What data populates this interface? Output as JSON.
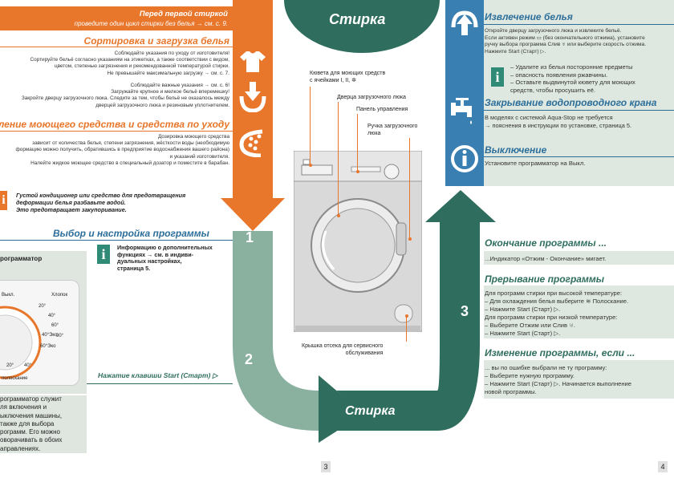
{
  "left": {
    "before_first_wash": {
      "title": "Перед первой стиркой",
      "subtitle": "проведите один цикл стирки без белья → см. с. 9."
    },
    "sorting": {
      "title": "Сортировка и загрузка белья",
      "text": "Соблюдайте указания по уходу от изготовителя!\nСортируйте бельё согласно указаниям на этикетках, а также соответствии с видом,\nцветом, степенью загрязнения и рекомендованной температурой стирки.\nНе превышайте максимальную загрузку → см. с. 7.",
      "note": "Соблюдайте важные указания → см. с. 6!\nЗагружайте крупное и мелкое бельё вперемешку!\nЗакройте дверцу загрузочного люка. Следите за тем, чтобы бельё не оказалось между\nдверцей загрузочного люка и резиновым уплотнителем."
    },
    "detergent": {
      "title": "обавление моющего средства и средства по уходу",
      "text": "Дозировка моющего средства\nзависит от количества белья, степени загрязнения, жёсткости воды (необходимую\nформацию можно получить, обратившись в предприятие водоснабжения вашего района)\nи указаний изготовителя.\nНалейте жидкое моющее средство в специальный дозатор и поместите в барабан."
    },
    "softener_info": "Густой кондиционер или средство для предотвращения\nдеформации белья разбавьте водой.\nЭто предотвращает закупоривание.",
    "program_select": {
      "title": "Выбор и настройка программы",
      "info": "Информацию о дополнительных\nфункциях → см. в индиви-\nдуальных настройках,\nстраница 5.",
      "programmer_label": "рограмматор",
      "dial_marks": [
        "Выкл.",
        "Хлопок",
        "20°",
        "40°",
        "60°",
        "40°Эко",
        "90°",
        "60°Эко",
        "20°",
        "40°"
      ],
      "dial_bottom": "полоскание",
      "start_hint": "Нажатие клавиши Start (Старт) ▷",
      "programmer_text": "рограмматор служит\nля включения и\nыключения машины,\nтакже для выбора\nрограмм. Его можно\nоворачивать в обоих\nаправлениях."
    }
  },
  "center": {
    "top_label": "Стирка",
    "bottom_label": "Стирка",
    "step1": "1",
    "step2": "2",
    "step3": "3",
    "labels": {
      "detergent_drawer": "Кювета для моющих средств\nс ячейками I, II, ✲",
      "door": "Дверца загрузочного люка",
      "control_panel": "Панель управления",
      "door_handle": "Ручка загрузочного\nлюка",
      "service_flap": "Крышка отсека для сервисного\nобслуживания"
    }
  },
  "right": {
    "remove_laundry": {
      "title": "Извлечение белья",
      "text": "Откройте дверцу загрузочного люка и извлеките бельё.\nЕсли активен режим ▭ (без окончательного отжима), установите\nручку выбора программа Слив ♅ или выберите скорость отжима.\nНажмите Start (Старт) ▷.",
      "info": "–  Удалите из белья посторонние предметы\n    – опасность появления ржавчины.\n–  Оставьте выдвинутой кювету для моющих\n    средств, чтобы просушить её."
    },
    "close_tap": {
      "title": "Закрывание водопроводного крана",
      "text": "В моделях с системой Aqua-Stop не требуется\n→ пояснения в инструкции по установке, страница 5."
    },
    "switch_off": {
      "title": "Выключение",
      "text": "Установите программатор на Выкл."
    },
    "program_end": {
      "title": "Окончание программы ...",
      "text": "...Индикатор «Отжим - Окончание» мигает."
    },
    "interrupt": {
      "title": "Прерывание программы",
      "text": "Для программ стирки при высокой температуре:\n–  Для охлаждения белья выберите ≋ Полоскание.\n–  Нажмите Start (Старт) ▷.\nДля программ стирки при низкой температуре:\n–  Выберите Отжим или Слив ♅.\n–  Нажмите Start (Старт) ▷."
    },
    "change": {
      "title": "Изменение программы, если ...",
      "text": "... вы по ошибке выбрали не ту программу:\n–  Выберите нужную программу.\n–  Нажмите Start (Старт) ▷. Начинается выполнение\n    новой программы."
    }
  },
  "pages": {
    "left_page": "3",
    "right_page": "4"
  },
  "colors": {
    "orange": "#e8762b",
    "green_dark": "#2f6e5e",
    "green_light": "#8ab0a0",
    "blue": "#2c6e9a"
  }
}
